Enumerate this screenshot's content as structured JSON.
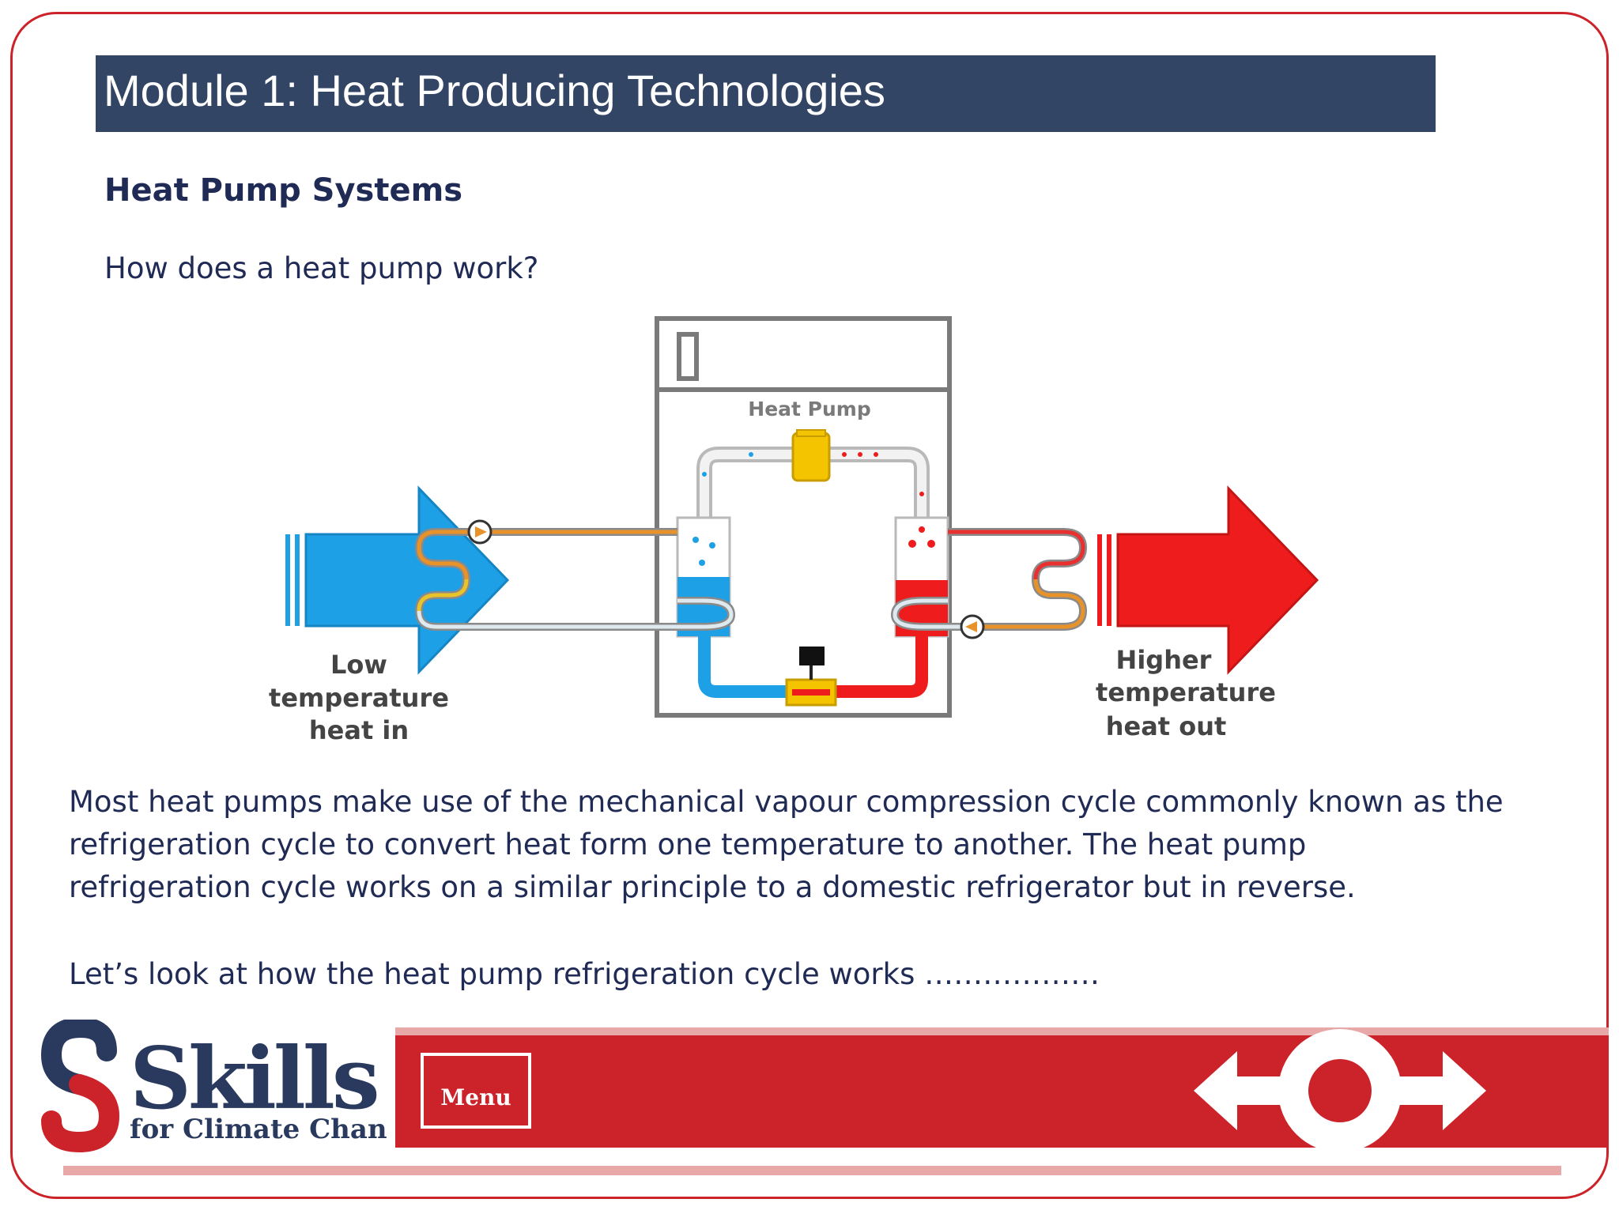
{
  "header": {
    "title": "Module 1: Heat Producing Technologies"
  },
  "content": {
    "subtitle": "Heat Pump Systems",
    "question": "How does a heat pump work?",
    "paragraph1_line1": "Most heat pumps make use of the mechanical vapour compression cycle commonly known as the",
    "paragraph1_line2": "refrigeration cycle to convert heat form one temperature to another. The heat pump",
    "paragraph1_line3": "refrigeration cycle works on a similar principle to a domestic refrigerator but in reverse.",
    "paragraph2": "Let’s look at how the heat pump refrigeration cycle works ………………"
  },
  "diagram": {
    "unit_label": "Heat Pump",
    "left_label": [
      "Low",
      "temperature",
      "heat in"
    ],
    "right_label": [
      "Higher",
      "temperature",
      "heat out"
    ],
    "colors": {
      "cold": "#1ea0e6",
      "hot": "#ee1c1c",
      "frame": "#7a7a7a",
      "compressor": "#f5c400"
    }
  },
  "footer": {
    "logo_text": "Skills",
    "logo_subtext": "for Climate Change",
    "menu_label": "Menu",
    "accent_color": "#cc2229",
    "nav_icons": [
      "arrow-left-icon",
      "home-circle-icon",
      "arrow-right-icon"
    ]
  }
}
